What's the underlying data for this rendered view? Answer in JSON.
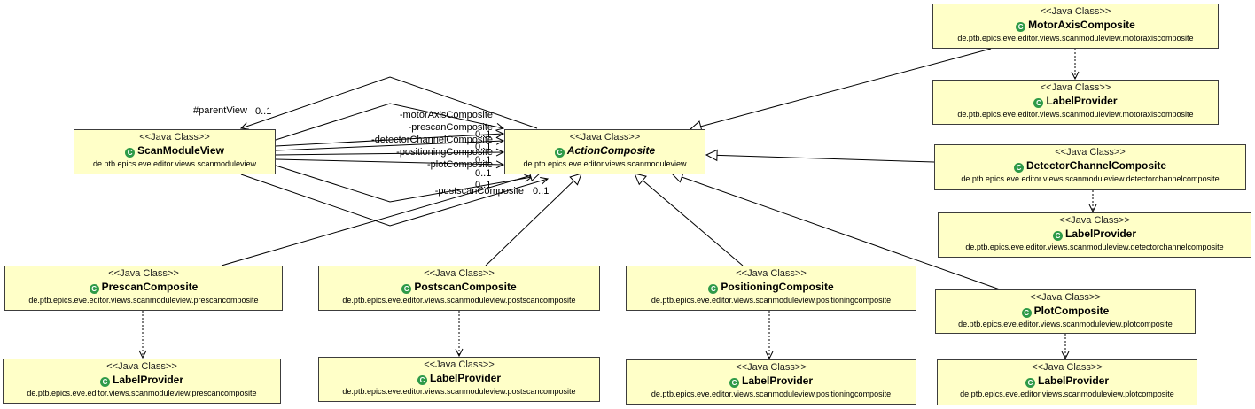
{
  "stereotype": "<<Java Class>>",
  "icon": "class-c-icon",
  "colors": {
    "box_fill": "#ffffc8",
    "border": "#3c3c3c",
    "icon": "#2e9a48"
  },
  "classes": {
    "scan_module_view": {
      "name": "ScanModuleView",
      "package": "de.ptb.epics.eve.editor.views.scanmoduleview"
    },
    "action_composite": {
      "name": "ActionComposite",
      "package": "de.ptb.epics.eve.editor.views.scanmoduleview"
    },
    "motor_axis_composite": {
      "name": "MotorAxisComposite",
      "package": "de.ptb.epics.eve.editor.views.scanmoduleview.motoraxiscomposite"
    },
    "motor_axis_label_provider": {
      "name": "LabelProvider",
      "package": "de.ptb.epics.eve.editor.views.scanmoduleview.motoraxiscomposite"
    },
    "detector_channel_composite": {
      "name": "DetectorChannelComposite",
      "package": "de.ptb.epics.eve.editor.views.scanmoduleview.detectorchannelcomposite"
    },
    "detector_channel_label_provider": {
      "name": "LabelProvider",
      "package": "de.ptb.epics.eve.editor.views.scanmoduleview.detectorchannelcomposite"
    },
    "prescan_composite": {
      "name": "PrescanComposite",
      "package": "de.ptb.epics.eve.editor.views.scanmoduleview.prescancomposite"
    },
    "prescan_label_provider": {
      "name": "LabelProvider",
      "package": "de.ptb.epics.eve.editor.views.scanmoduleview.prescancomposite"
    },
    "postscan_composite": {
      "name": "PostscanComposite",
      "package": "de.ptb.epics.eve.editor.views.scanmoduleview.postscancomposite"
    },
    "postscan_label_provider": {
      "name": "LabelProvider",
      "package": "de.ptb.epics.eve.editor.views.scanmoduleview.postscancomposite"
    },
    "positioning_composite": {
      "name": "PositioningComposite",
      "package": "de.ptb.epics.eve.editor.views.scanmoduleview.positioningcomposite"
    },
    "positioning_label_provider": {
      "name": "LabelProvider",
      "package": "de.ptb.epics.eve.editor.views.scanmoduleview.positioningcomposite"
    },
    "plot_composite": {
      "name": "PlotComposite",
      "package": "de.ptb.epics.eve.editor.views.scanmoduleview.plotcomposite"
    },
    "plot_label_provider": {
      "name": "LabelProvider",
      "package": "de.ptb.epics.eve.editor.views.scanmoduleview.plotcomposite"
    }
  },
  "associations": {
    "parent_view": "#parentView",
    "parent_view_mult": "0..1",
    "motor_axis": "-motorAxisComposite",
    "prescan": "-prescanComposite",
    "detector_channel": "-detectorChannelComposite",
    "positioning": "-positioningComposite",
    "plot": "-plotComposite",
    "postscan": "-postscanComposite",
    "mult": "0..1"
  }
}
